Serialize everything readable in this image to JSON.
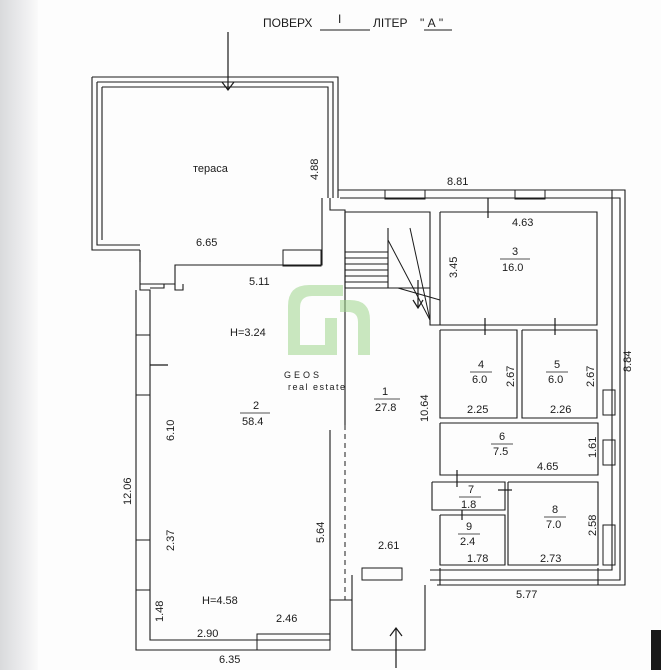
{
  "header": {
    "floor_label": "ПОВЕРХ",
    "floor_value": "I",
    "letter_label": "ЛІТЕР",
    "letter_value": "\" А \""
  },
  "terrace": {
    "name": "тераса",
    "dim_width": "6.65",
    "dim_height": "4.88"
  },
  "rooms": [
    {
      "number": "1",
      "area": "27.8"
    },
    {
      "number": "2",
      "area": "58.4"
    },
    {
      "number": "3",
      "area": "16.0"
    },
    {
      "number": "4",
      "area": "6.0"
    },
    {
      "number": "5",
      "area": "6.0"
    },
    {
      "number": "6",
      "area": "7.5"
    },
    {
      "number": "7",
      "area": "1.8"
    },
    {
      "number": "8",
      "area": "7.0"
    },
    {
      "number": "9",
      "area": "2.4"
    }
  ],
  "heights": {
    "upper": "H=3.24",
    "lower": "H=4.58"
  },
  "dims": {
    "d_881": "8.81",
    "d_463": "4.63",
    "d_345": "3.45",
    "d_884": "8.84",
    "d_511": "5.11",
    "d_267a": "2.67",
    "d_267b": "2.67",
    "d_225": "2.25",
    "d_226": "2.26",
    "d_1064": "10.64",
    "d_610": "6.10",
    "d_161": "1.61",
    "d_465": "4.65",
    "d_1206": "12.06",
    "d_258": "2.58",
    "d_237": "2.37",
    "d_564": "5.64",
    "d_261": "2.61",
    "d_178": "1.78",
    "d_273": "2.73",
    "d_577": "5.77",
    "d_148": "1.48",
    "d_246": "2.46",
    "d_290": "2.90",
    "d_635": "6.35"
  },
  "watermark": {
    "brand": "GEOS",
    "tagline": "real estate"
  },
  "colors": {
    "ink": "#1b1b1b",
    "watermark_green": "#6fbf5a"
  }
}
